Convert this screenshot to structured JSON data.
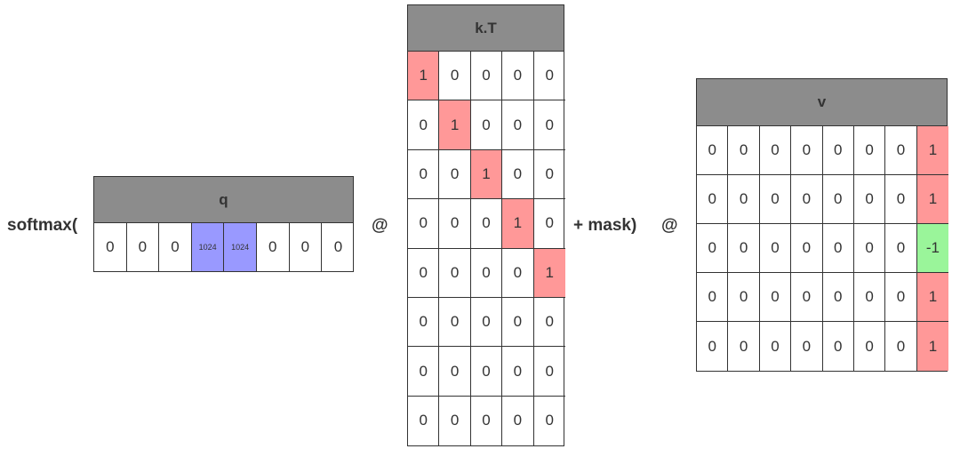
{
  "labels": {
    "softmax_open": "softmax(",
    "at_1": "@",
    "plus_mask": "+ mask)",
    "at_2": "@"
  },
  "colors": {
    "header": "#8c8c8c",
    "red": "#ff9898",
    "blue": "#9999ff",
    "green": "#9af59a",
    "white": "#ffffff"
  },
  "matrices": {
    "q": {
      "title": "q",
      "rows": [
        [
          {
            "v": "0"
          },
          {
            "v": "0"
          },
          {
            "v": "0"
          },
          {
            "v": "1024",
            "c": "blue",
            "small": true
          },
          {
            "v": "1024",
            "c": "blue",
            "small": true
          },
          {
            "v": "0"
          },
          {
            "v": "0"
          },
          {
            "v": "0"
          }
        ]
      ]
    },
    "kt": {
      "title": "k.T",
      "rows": [
        [
          {
            "v": "1",
            "c": "red"
          },
          {
            "v": "0"
          },
          {
            "v": "0"
          },
          {
            "v": "0"
          },
          {
            "v": "0"
          }
        ],
        [
          {
            "v": "0"
          },
          {
            "v": "1",
            "c": "red"
          },
          {
            "v": "0"
          },
          {
            "v": "0"
          },
          {
            "v": "0"
          }
        ],
        [
          {
            "v": "0"
          },
          {
            "v": "0"
          },
          {
            "v": "1",
            "c": "red"
          },
          {
            "v": "0"
          },
          {
            "v": "0"
          }
        ],
        [
          {
            "v": "0"
          },
          {
            "v": "0"
          },
          {
            "v": "0"
          },
          {
            "v": "1",
            "c": "red"
          },
          {
            "v": "0"
          }
        ],
        [
          {
            "v": "0"
          },
          {
            "v": "0"
          },
          {
            "v": "0"
          },
          {
            "v": "0"
          },
          {
            "v": "1",
            "c": "red"
          }
        ],
        [
          {
            "v": "0"
          },
          {
            "v": "0"
          },
          {
            "v": "0"
          },
          {
            "v": "0"
          },
          {
            "v": "0"
          }
        ],
        [
          {
            "v": "0"
          },
          {
            "v": "0"
          },
          {
            "v": "0"
          },
          {
            "v": "0"
          },
          {
            "v": "0"
          }
        ],
        [
          {
            "v": "0"
          },
          {
            "v": "0"
          },
          {
            "v": "0"
          },
          {
            "v": "0"
          },
          {
            "v": "0"
          }
        ]
      ]
    },
    "v": {
      "title": "v",
      "rows": [
        [
          {
            "v": "0"
          },
          {
            "v": "0"
          },
          {
            "v": "0"
          },
          {
            "v": "0"
          },
          {
            "v": "0"
          },
          {
            "v": "0"
          },
          {
            "v": "0"
          },
          {
            "v": "1",
            "c": "red"
          }
        ],
        [
          {
            "v": "0"
          },
          {
            "v": "0"
          },
          {
            "v": "0"
          },
          {
            "v": "0"
          },
          {
            "v": "0"
          },
          {
            "v": "0"
          },
          {
            "v": "0"
          },
          {
            "v": "1",
            "c": "red"
          }
        ],
        [
          {
            "v": "0"
          },
          {
            "v": "0"
          },
          {
            "v": "0"
          },
          {
            "v": "0"
          },
          {
            "v": "0"
          },
          {
            "v": "0"
          },
          {
            "v": "0"
          },
          {
            "v": "-1",
            "c": "green"
          }
        ],
        [
          {
            "v": "0"
          },
          {
            "v": "0"
          },
          {
            "v": "0"
          },
          {
            "v": "0"
          },
          {
            "v": "0"
          },
          {
            "v": "0"
          },
          {
            "v": "0"
          },
          {
            "v": "1",
            "c": "red"
          }
        ],
        [
          {
            "v": "0"
          },
          {
            "v": "0"
          },
          {
            "v": "0"
          },
          {
            "v": "0"
          },
          {
            "v": "0"
          },
          {
            "v": "0"
          },
          {
            "v": "0"
          },
          {
            "v": "1",
            "c": "red"
          }
        ]
      ]
    }
  }
}
